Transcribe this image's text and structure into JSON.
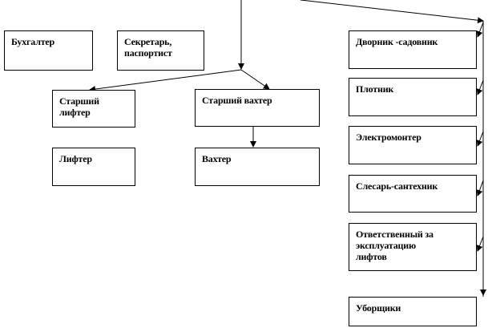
{
  "boxes": {
    "accountant": "Бухгалтер",
    "secretary": "Секретарь,\nпаспортист",
    "senior_lift_operator": "Старший\nлифтер",
    "senior_watchman": "Старший вахтер",
    "lift_operator": "Лифтер",
    "watchman": "Вахтер",
    "janitor_gardener": "Дворник -садовник",
    "carpenter": "Плотник",
    "electrician": "Электромонтер",
    "plumber": "Слесарь-сантехник",
    "lift_responsible": "Ответственный за\nэксплуатацию\nлифтов",
    "cleaners": "Уборщики"
  },
  "colors": {
    "line": "#000000",
    "box_border": "#000000",
    "background": "#ffffff"
  }
}
